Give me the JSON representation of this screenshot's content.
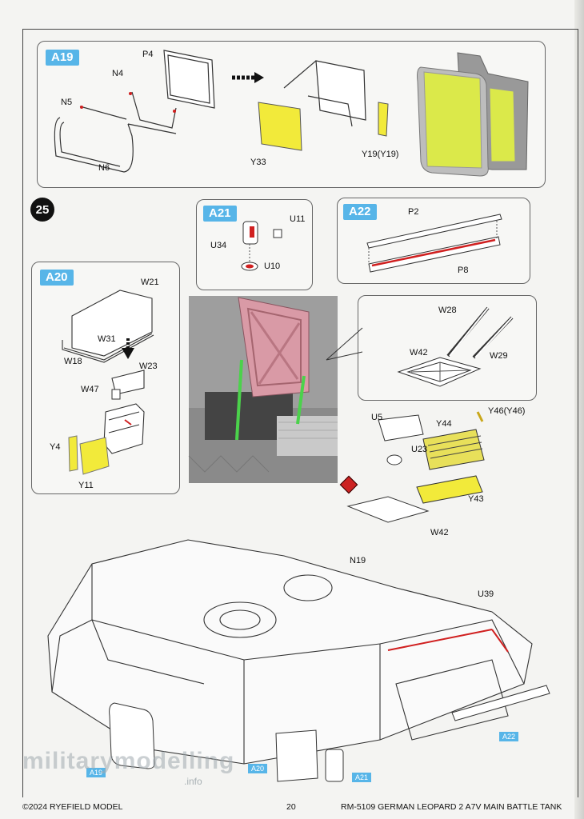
{
  "step_number": "25",
  "panels": {
    "a19": {
      "tag": "A19",
      "parts": {
        "p4": "P4",
        "n4": "N4",
        "n5": "N5",
        "n6": "N6",
        "y33": "Y33",
        "y19": "Y19(Y19)"
      }
    },
    "a21": {
      "tag": "A21",
      "parts": {
        "u11": "U11",
        "u34": "U34",
        "u10": "U10"
      }
    },
    "a22": {
      "tag": "A22",
      "parts": {
        "p2": "P2",
        "p8": "P8"
      }
    },
    "a20": {
      "tag": "A20",
      "parts": {
        "w21": "W21",
        "w31": "W31",
        "w18": "W18",
        "w23": "W23",
        "w47": "W47",
        "y4": "Y4",
        "y11": "Y11"
      }
    },
    "hatch_detail": {
      "parts": {
        "w28": "W28",
        "w42": "W42",
        "w29": "W29"
      }
    }
  },
  "main_labels": {
    "u5": "U5",
    "y44": "Y44",
    "y46": "Y46(Y46)",
    "u23": "U23",
    "y43": "Y43",
    "w42": "W42",
    "n19": "N19",
    "u39": "U39"
  },
  "small_tags": {
    "a19": "A19",
    "a20": "A20",
    "a21": "A21",
    "a22": "A22"
  },
  "colors": {
    "accent_blue": "#57b5e8",
    "photo_etch_yellow": "#f2ea3a",
    "highlight_red": "#d02020"
  },
  "watermark": {
    "text": "militarymodelling",
    "sub": ".info"
  },
  "footer": {
    "copyright": "©2024 RYEFIELD MODEL",
    "page_number": "20",
    "title": "RM-5109 GERMAN LEOPARD  2 A7V MAIN BATTLE TANK"
  }
}
